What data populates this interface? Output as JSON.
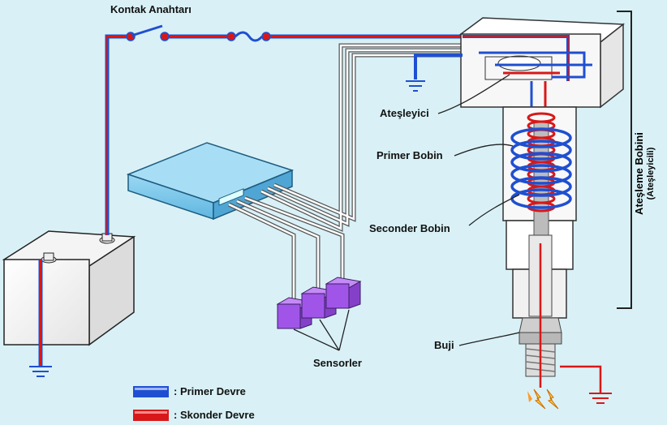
{
  "labels": {
    "kontak_anahtari": "Kontak Anahtarı",
    "atesleyici": "Ateşleyici",
    "primer_bobin": "Primer Bobin",
    "seconder_bobin": "Seconder Bobin",
    "buji": "Buji",
    "sensorler": "Sensorler",
    "atesleme_bobini": "Ateşleme Bobini",
    "atesleyicili": "(Ateşleyicili)"
  },
  "legend": {
    "primer": {
      "label": ": Primer Devre",
      "color": "#1f4fd1"
    },
    "skonder": {
      "label": ": Skonder Devre",
      "color": "#e01515"
    }
  },
  "colors": {
    "background": "#d9f1f6",
    "primer_wire": "#1f4fd1",
    "secondary_wire": "#d81818",
    "ecu_body": "#7cc8ec",
    "sensor": "#a055e8"
  }
}
